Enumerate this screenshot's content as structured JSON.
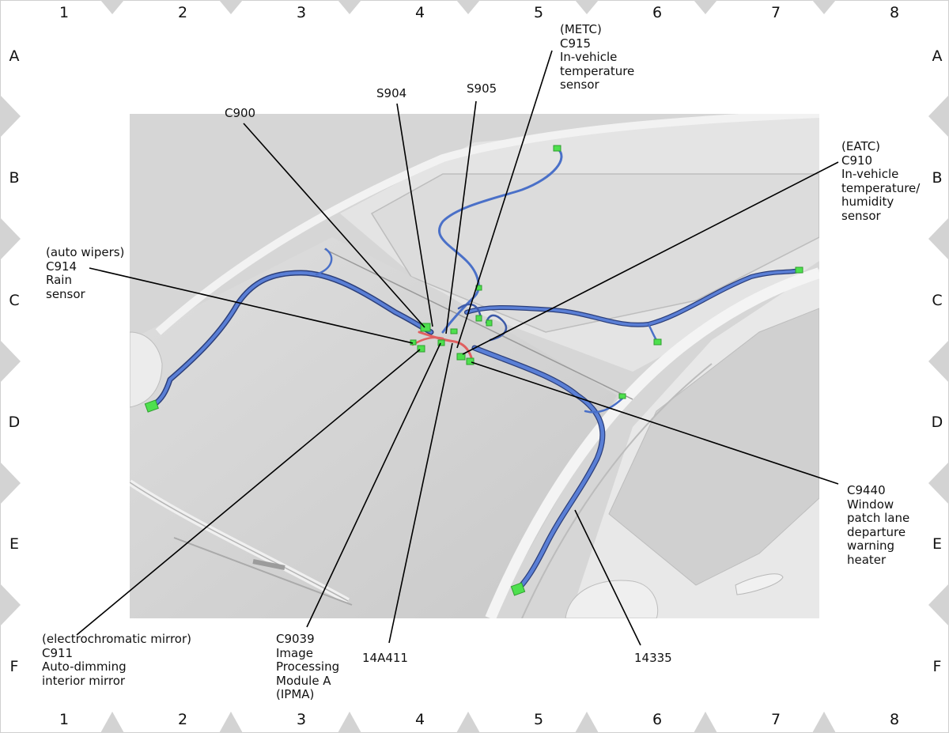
{
  "grid": {
    "columns": [
      "1",
      "2",
      "3",
      "4",
      "5",
      "6",
      "7",
      "8"
    ],
    "rows": [
      "A",
      "B",
      "C",
      "D",
      "E",
      "F"
    ]
  },
  "callouts": {
    "metc": {
      "lines": [
        "(METC)",
        "C915",
        "In-vehicle",
        "temperature",
        "sensor"
      ]
    },
    "s904": {
      "lines": [
        "S904"
      ]
    },
    "s905": {
      "lines": [
        "S905"
      ]
    },
    "c900": {
      "lines": [
        "C900"
      ]
    },
    "eatc": {
      "lines": [
        "(EATC)",
        "C910",
        "In-vehicle",
        "temperature/",
        "humidity",
        "sensor"
      ]
    },
    "c914": {
      "lines": [
        "(auto wipers)",
        "C914",
        "Rain",
        "sensor"
      ]
    },
    "c9440": {
      "lines": [
        "C9440",
        "Window",
        "patch lane",
        "departure",
        "warning",
        "heater"
      ]
    },
    "c911": {
      "lines": [
        "(electrochromatic mirror)",
        "C911",
        "Auto-dimming",
        "interior mirror"
      ]
    },
    "c9039": {
      "lines": [
        "C9039",
        "Image",
        "Processing",
        "Module A",
        "(IPMA)"
      ]
    },
    "h14a411": {
      "lines": [
        "14A411"
      ]
    },
    "h14335": {
      "lines": [
        "14335"
      ]
    }
  },
  "colors": {
    "harness": "#4a70c8",
    "connector": "#4ee04e",
    "red_harness": "#e06060",
    "frame_diamond": "#d3d3d3"
  }
}
